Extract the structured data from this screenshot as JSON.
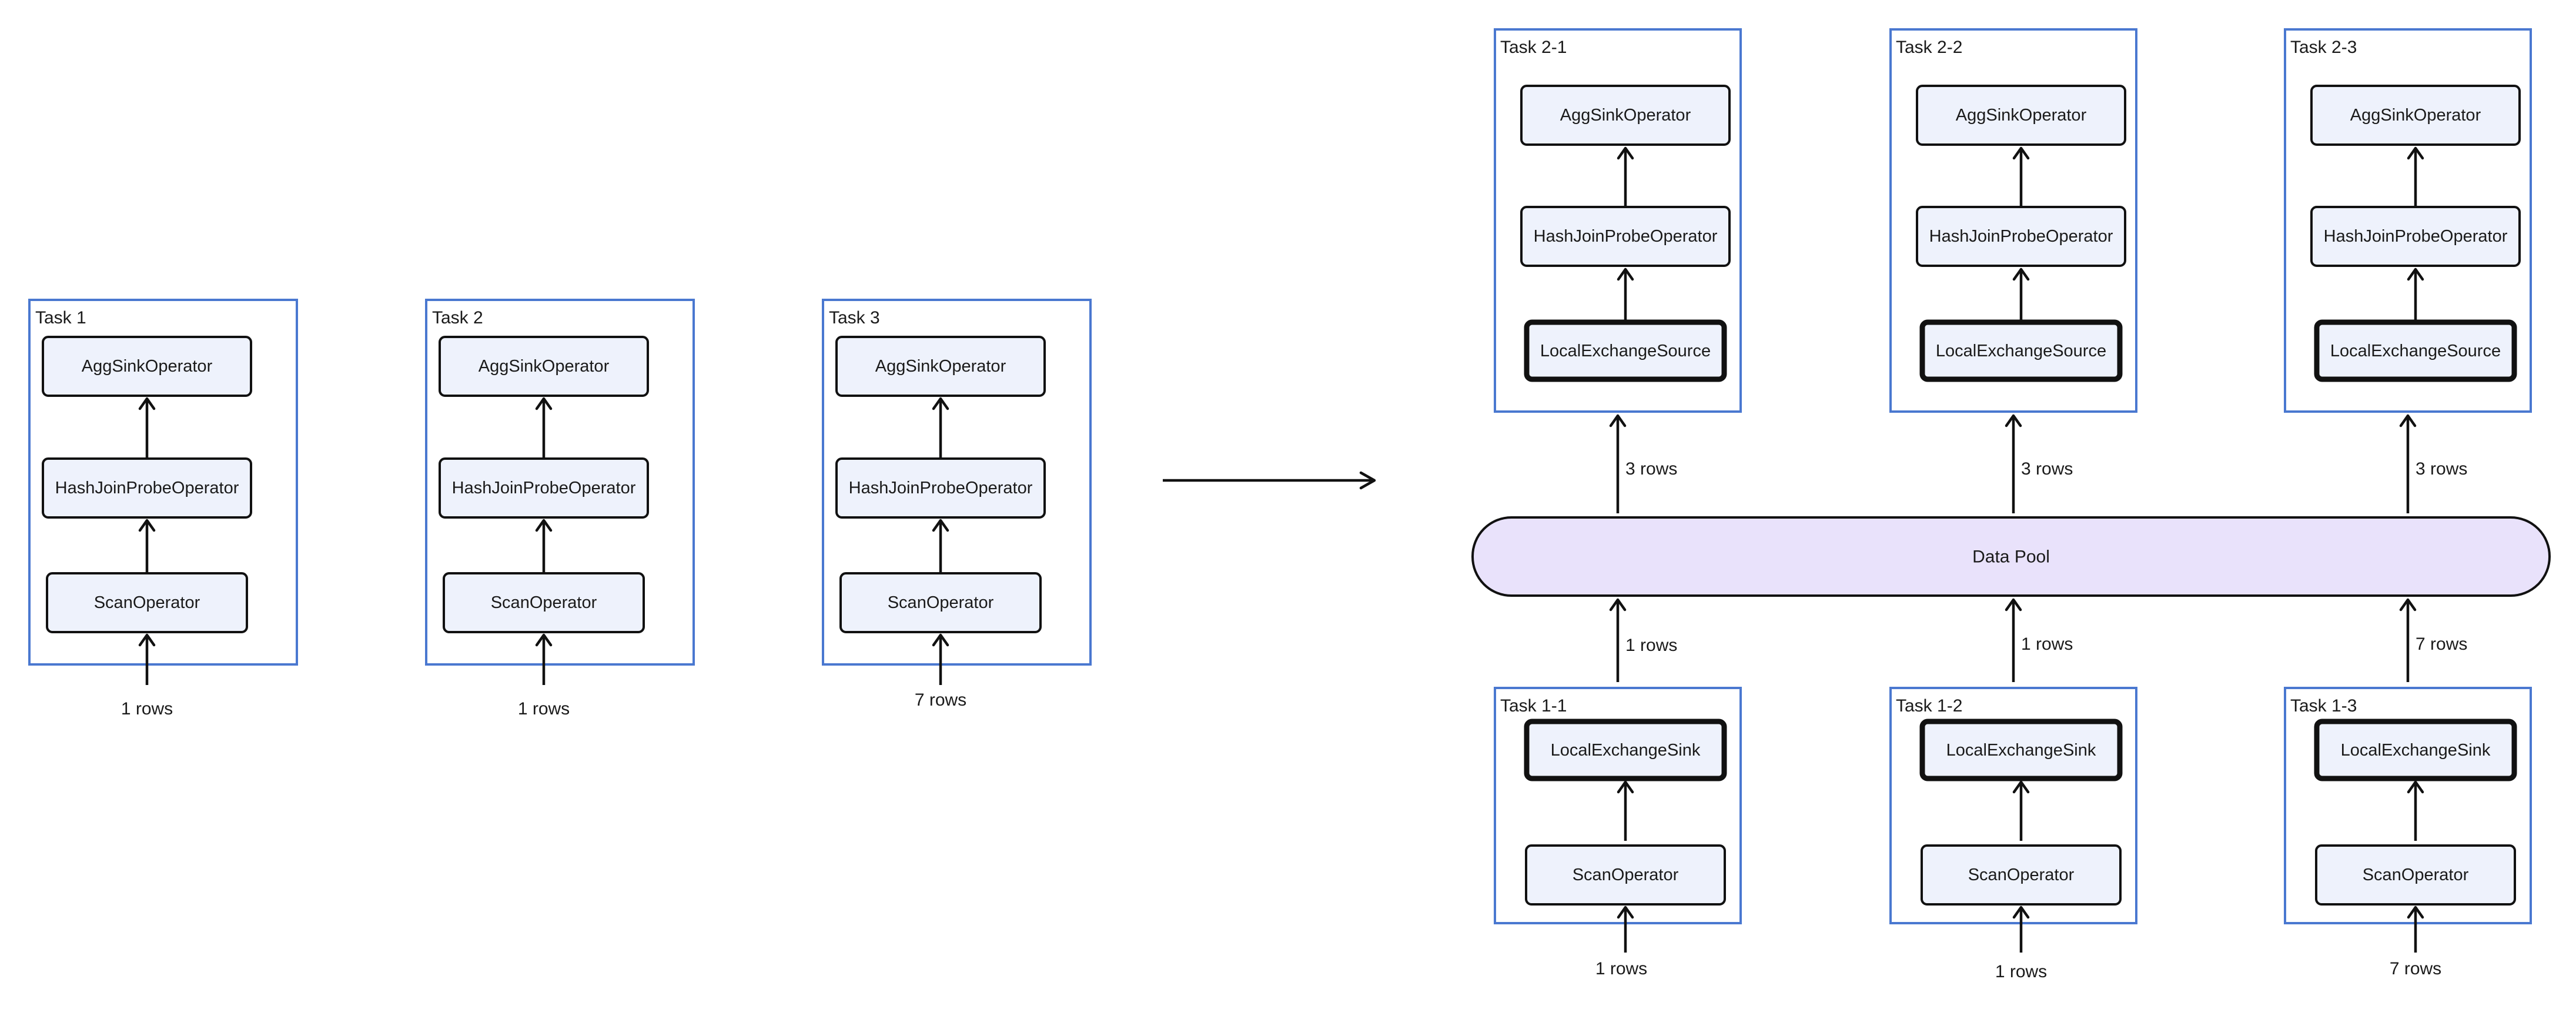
{
  "before": {
    "tasks": [
      {
        "label": "Task 1",
        "operators": [
          "AggSinkOperator",
          "HashJoinProbeOperator",
          "ScanOperator"
        ],
        "input_rows": "1 rows"
      },
      {
        "label": "Task 2",
        "operators": [
          "AggSinkOperator",
          "HashJoinProbeOperator",
          "ScanOperator"
        ],
        "input_rows": "1 rows"
      },
      {
        "label": "Task 3",
        "operators": [
          "AggSinkOperator",
          "HashJoinProbeOperator",
          "ScanOperator"
        ],
        "input_rows": "7 rows"
      }
    ]
  },
  "after": {
    "upper_tasks": [
      {
        "label": "Task 2-1",
        "operators": [
          "AggSinkOperator",
          "HashJoinProbeOperator",
          "LocalExchangeSource"
        ],
        "rows": "3 rows"
      },
      {
        "label": "Task 2-2",
        "operators": [
          "AggSinkOperator",
          "HashJoinProbeOperator",
          "LocalExchangeSource"
        ],
        "rows": "3 rows"
      },
      {
        "label": "Task 2-3",
        "operators": [
          "AggSinkOperator",
          "HashJoinProbeOperator",
          "LocalExchangeSource"
        ],
        "rows": "3 rows"
      }
    ],
    "data_pool": {
      "label": "Data Pool"
    },
    "lower_tasks": [
      {
        "label": "Task 1-1",
        "operators": [
          "LocalExchangeSink",
          "ScanOperator"
        ],
        "rows_to_pool": "1 rows",
        "input_rows": "1 rows"
      },
      {
        "label": "Task 1-2",
        "operators": [
          "LocalExchangeSink",
          "ScanOperator"
        ],
        "rows_to_pool": "1 rows",
        "input_rows": "1 rows"
      },
      {
        "label": "Task 1-3",
        "operators": [
          "LocalExchangeSink",
          "ScanOperator"
        ],
        "rows_to_pool": "7 rows",
        "input_rows": "7 rows"
      }
    ]
  },
  "colors": {
    "task_border": "#4a78d0",
    "operator_fill": "#eef2fc",
    "pool_fill": "#e9e2fb",
    "stroke": "#111111"
  }
}
